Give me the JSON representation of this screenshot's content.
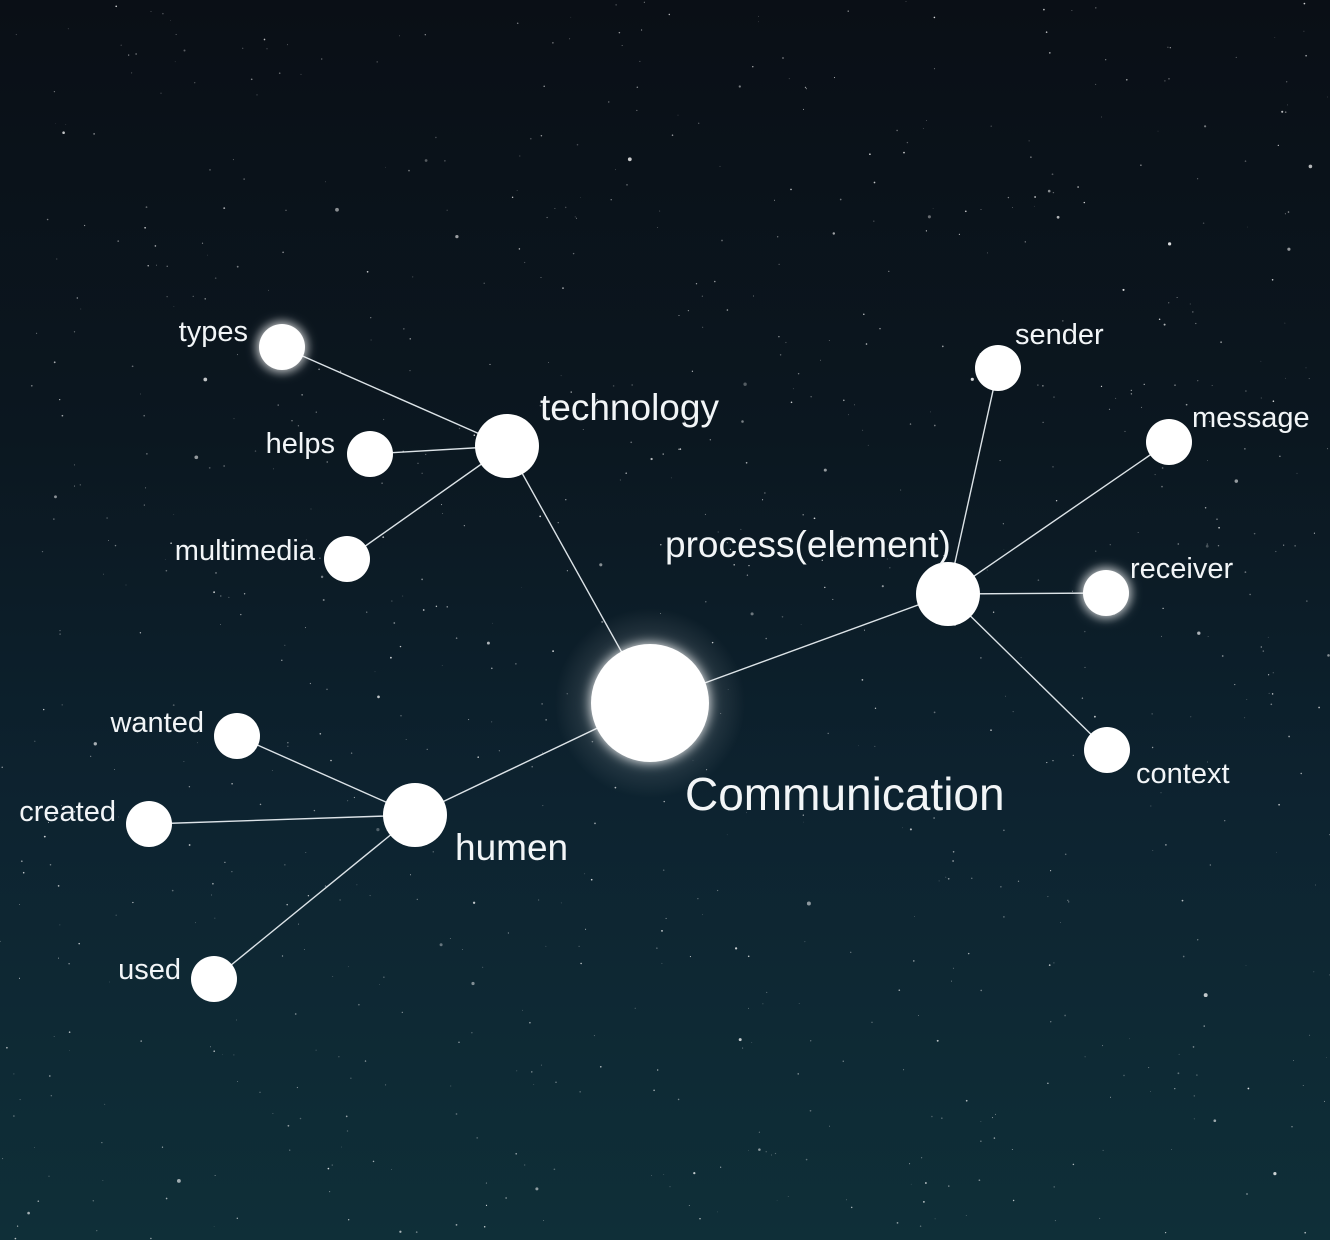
{
  "diagram": {
    "root": {
      "id": "communication",
      "label": "Communication"
    },
    "branches": [
      {
        "id": "technology",
        "label": "technology",
        "children": [
          {
            "id": "types",
            "label": "types"
          },
          {
            "id": "helps",
            "label": "helps"
          },
          {
            "id": "multimedia",
            "label": "multimedia"
          }
        ]
      },
      {
        "id": "process",
        "label": "process(element)",
        "children": [
          {
            "id": "sender",
            "label": "sender"
          },
          {
            "id": "message",
            "label": "message"
          },
          {
            "id": "receiver",
            "label": "receiver"
          },
          {
            "id": "context",
            "label": "context"
          }
        ]
      },
      {
        "id": "humen",
        "label": "humen",
        "children": [
          {
            "id": "wanted",
            "label": "wanted"
          },
          {
            "id": "created",
            "label": "created"
          },
          {
            "id": "used",
            "label": "used"
          }
        ]
      }
    ]
  },
  "colors": {
    "node": "#ffffff",
    "edge": "#e8eef2",
    "text": "#f2f5f7",
    "sky_top": "#0a0f16",
    "sky_bottom": "#0f2f38"
  }
}
